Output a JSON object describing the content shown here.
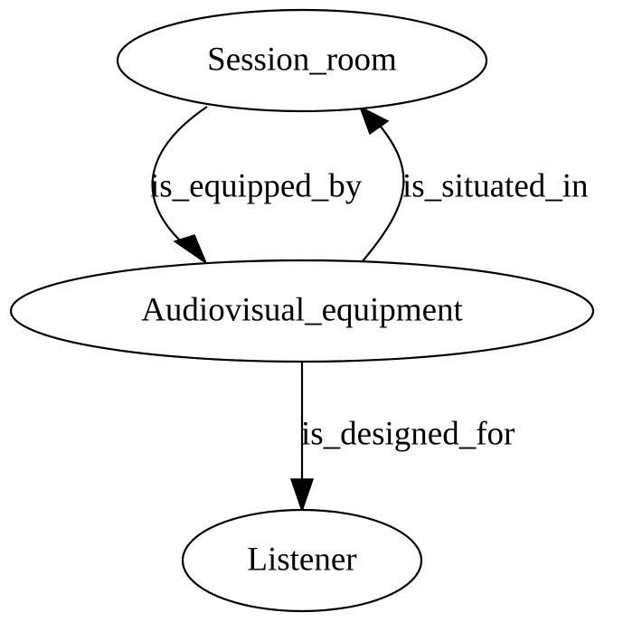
{
  "nodes": {
    "session_room": {
      "label": "Session_room"
    },
    "audiovisual_equipment": {
      "label": "Audiovisual_equipment"
    },
    "listener": {
      "label": "Listener"
    }
  },
  "edges": {
    "is_equipped_by": {
      "label": "is_equipped_by",
      "from": "Session_room",
      "to": "Audiovisual_equipment"
    },
    "is_situated_in": {
      "label": "is_situated_in",
      "from": "Audiovisual_equipment",
      "to": "Session_room"
    },
    "is_designed_for": {
      "label": "is_designed_for",
      "from": "Audiovisual_equipment",
      "to": "Listener"
    }
  },
  "colors": {
    "stroke": "#000000",
    "background": "#ffffff"
  }
}
